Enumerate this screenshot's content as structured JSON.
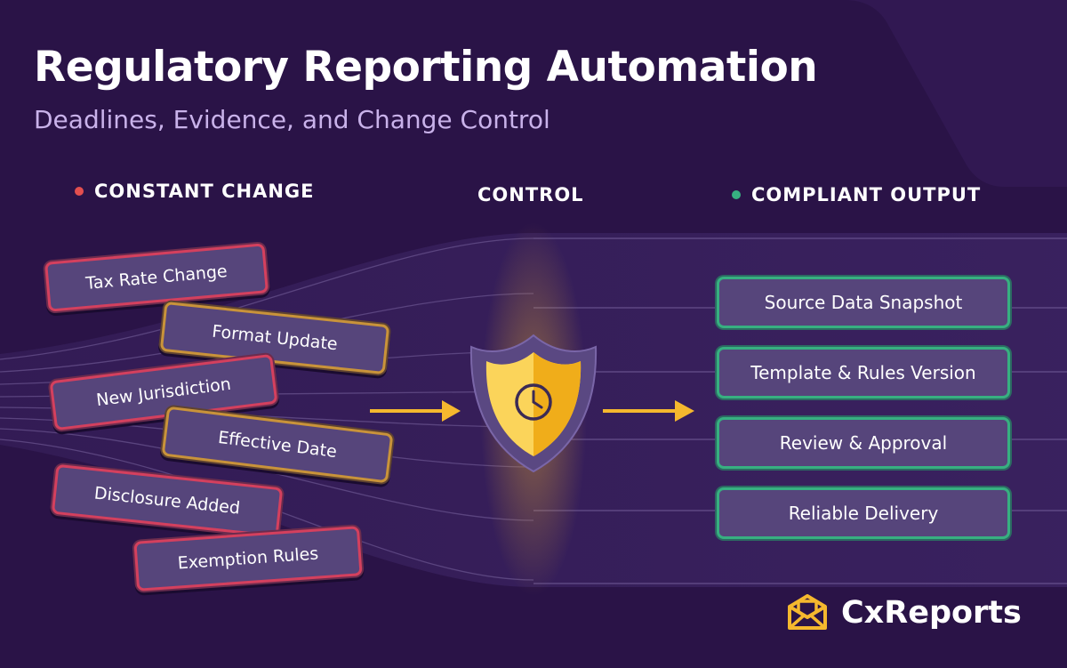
{
  "header": {
    "title": "Regulatory Reporting Automation",
    "subtitle": "Deadlines, Evidence, and Change Control"
  },
  "sections": {
    "left": "CONSTANT CHANGE",
    "middle": "CONTROL",
    "right": "COMPLIANT OUTPUT"
  },
  "changes": [
    {
      "label": "Tax Rate Change",
      "tone": "red"
    },
    {
      "label": "Format Update",
      "tone": "amber"
    },
    {
      "label": "New Jurisdiction",
      "tone": "red"
    },
    {
      "label": "Effective Date",
      "tone": "amber"
    },
    {
      "label": "Disclosure Added",
      "tone": "red"
    },
    {
      "label": "Exemption Rules",
      "tone": "red"
    }
  ],
  "outputs": [
    {
      "label": "Source Data Snapshot"
    },
    {
      "label": "Template & Rules Version"
    },
    {
      "label": "Review & Approval"
    },
    {
      "label": "Reliable Delivery"
    }
  ],
  "center": {
    "icon": "shield-clock-icon"
  },
  "brand": {
    "name": "CxReports",
    "icon": "cxreports-logo-icon"
  },
  "colors": {
    "background": "#2a1347",
    "accent": "#f5b82e",
    "change_red": "#d4405e",
    "change_amber": "#c9933a",
    "output_green": "#37b081",
    "subtitle": "#c9b2ea"
  }
}
